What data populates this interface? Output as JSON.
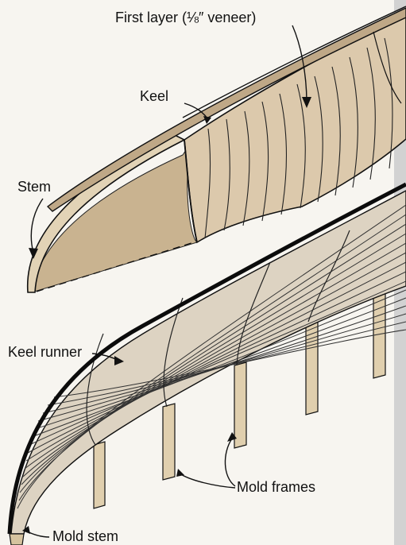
{
  "labels": {
    "first_layer": "First layer (⅛″ veneer)",
    "keel": "Keel",
    "stem": "Stem",
    "keel_runner": "Keel runner",
    "mold_frames": "Mold frames",
    "mold_stem": "Mold stem"
  },
  "colors": {
    "veneer": "#dcc9ac",
    "veneer_dark": "#bfa887",
    "ink": "#111111",
    "background": "#f7f5f0",
    "right_strip": "#cfcfcf"
  }
}
